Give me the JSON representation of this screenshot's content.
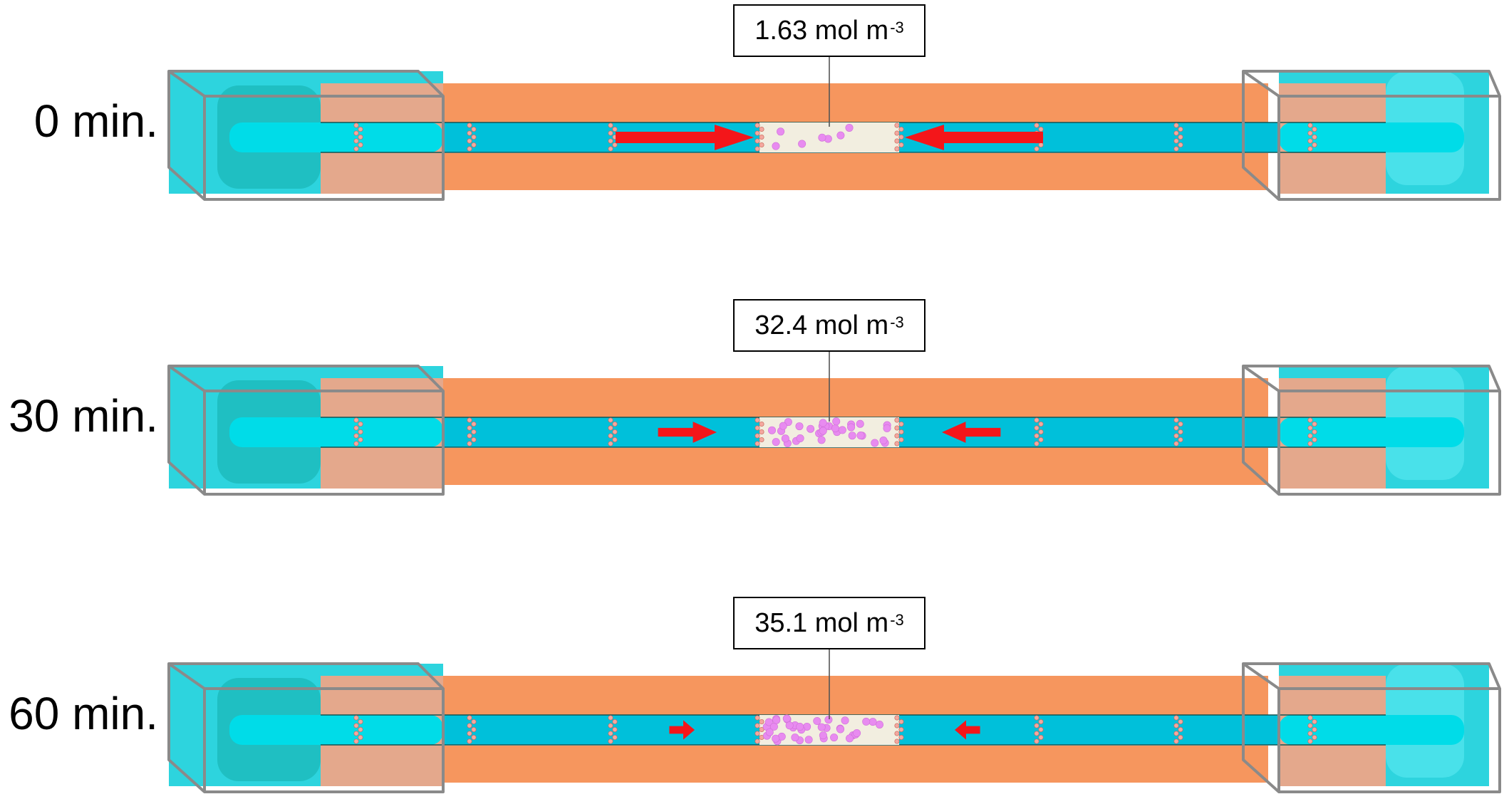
{
  "panels": [
    {
      "time": "0 min.",
      "concentration": "1.63",
      "unit": "mol m",
      "exponent": "-3",
      "arrow_strength": 1.0,
      "particle_count": 7
    },
    {
      "time": "30 min.",
      "concentration": "32.4",
      "unit": "mol m",
      "exponent": "-3",
      "arrow_strength": 0.38,
      "particle_count": 34
    },
    {
      "time": "60 min.",
      "concentration": "35.1",
      "unit": "mol m",
      "exponent": "-3",
      "arrow_strength": 0.12,
      "particle_count": 38
    }
  ],
  "colors": {
    "membrane_bar": "#F6965E",
    "channel": "#00C0DA",
    "channel_light": "#00E0EC",
    "reservoir": "#2DD4DE",
    "chamber": "#F2EEE0",
    "particle": "#E88BF0",
    "cell_plug": "#F3A8A0",
    "arrow": "#F4161A",
    "box_frame": "#8A8A8A"
  }
}
